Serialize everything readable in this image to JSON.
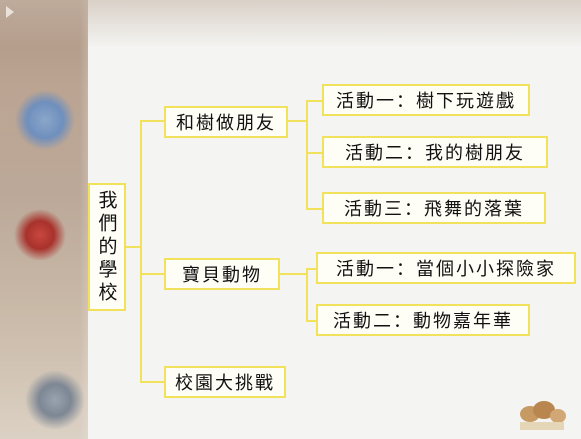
{
  "slide": {
    "title": "",
    "root": "我們的學校",
    "branches": [
      {
        "label": "和樹做朋友",
        "leaves": [
          "活動一：樹下玩遊戲",
          "活動二：我的樹朋友",
          "活動三：飛舞的落葉"
        ]
      },
      {
        "label": "寶貝動物",
        "leaves": [
          "活動一：當個小小探險家",
          "活動二：動物嘉年華"
        ]
      },
      {
        "label": "校園大挑戰",
        "leaves": []
      }
    ]
  },
  "colors": {
    "connector": "#f2e15a",
    "box_fill": "#fffef6",
    "text": "#111111"
  }
}
